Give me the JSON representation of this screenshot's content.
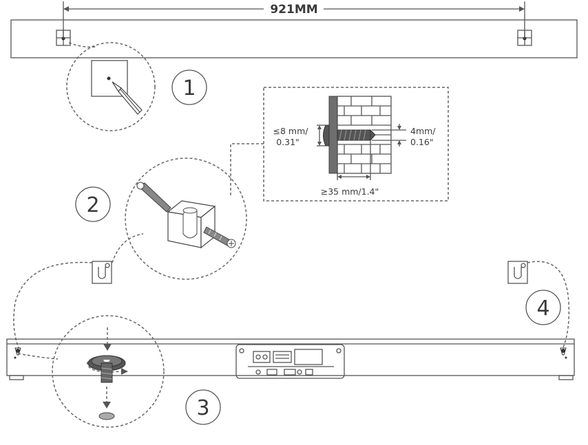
{
  "template": {
    "width_label": "921MM"
  },
  "steps": [
    {
      "number": "1"
    },
    {
      "number": "2"
    },
    {
      "number": "3"
    },
    {
      "number": "4"
    }
  ],
  "screw_spec": {
    "head_label_line1": "≤8 mm/",
    "head_label_line2": "0.31\"",
    "diameter_label_line1": "4mm/",
    "diameter_label_line2": "0.16\"",
    "length_label": "≥35 mm/1.4\""
  },
  "colors": {
    "line": "#555555",
    "wall": "#6e6e6e",
    "background": "#ffffff"
  }
}
